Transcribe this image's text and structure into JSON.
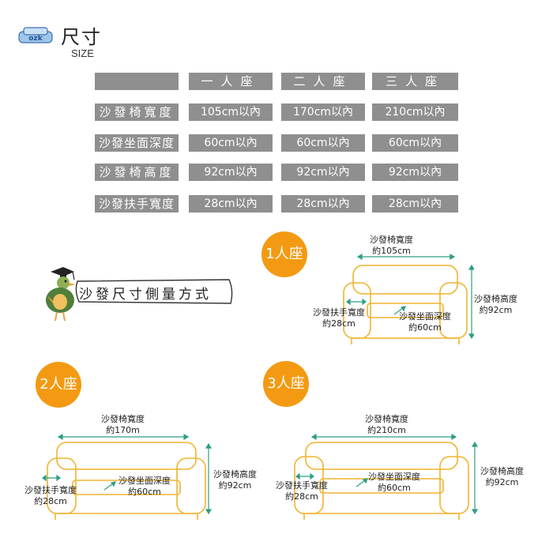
{
  "header": {
    "title": "尺寸",
    "subtitle": "SIZE",
    "logo_icon": "sofa-logo-icon"
  },
  "colors": {
    "accent": "#f39a12",
    "table_cell": "#8f8f8f",
    "sofa_outline": "#f0b430",
    "measure_line": "#2e9e84"
  },
  "table": {
    "headers": [
      "",
      "一人座",
      "二人座",
      "三人座"
    ],
    "rows": [
      {
        "label": "沙發椅寬度",
        "values": [
          "105cm以內",
          "170cm以內",
          "210cm以內"
        ]
      },
      {
        "label": "沙發坐面深度",
        "values": [
          "60cm以內",
          "60cm以內",
          "60cm以內"
        ]
      },
      {
        "label": "沙發椅高度",
        "values": [
          "92cm以內",
          "92cm以內",
          "92cm以內"
        ]
      },
      {
        "label": "沙發扶手寬度",
        "values": [
          "28cm以內",
          "28cm以內",
          "28cm以內"
        ]
      }
    ]
  },
  "banner": {
    "text": "沙發尺寸側量方式",
    "mascot_icon": "graduate-bird-icon"
  },
  "diagrams": {
    "one_seat": {
      "badge": "1人座",
      "width_label": "沙發椅寬度",
      "width_value": "約105cm",
      "height_label": "沙發椅高度",
      "height_value": "約92cm",
      "arm_label": "沙發扶手寬度",
      "arm_value": "約28cm",
      "depth_label": "沙發坐面深度",
      "depth_value": "約60cm"
    },
    "two_seat": {
      "badge": "2人座",
      "width_label": "沙發椅寬度",
      "width_value": "約170m",
      "height_label": "沙發椅高度",
      "height_value": "約92cm",
      "arm_label": "沙發扶手寬度",
      "arm_value": "約28cm",
      "depth_label": "沙發坐面深度",
      "depth_value": "約60cm"
    },
    "three_seat": {
      "badge": "3人座",
      "width_label": "沙發椅寬度",
      "width_value": "約210cm",
      "height_label": "沙發椅高度",
      "height_value": "約92cm",
      "arm_label": "沙發扶手寬度",
      "arm_value": "約28cm",
      "depth_label": "沙發坐面深度",
      "depth_value": "約60cm"
    }
  }
}
